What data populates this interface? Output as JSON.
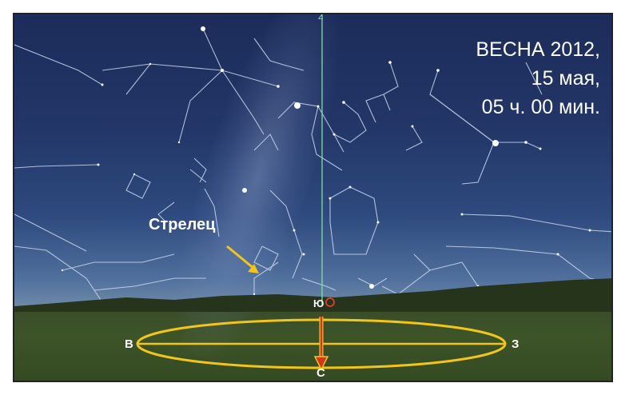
{
  "title": {
    "line1": "ВЕСНА 2012,",
    "line2": "15 мая,",
    "line3": "05 ч. 00 мин."
  },
  "constellation_label": "Стрелец",
  "directions": {
    "south": "Ю",
    "east": "В",
    "west": "З",
    "north": "С",
    "zenith": "Z"
  },
  "colors": {
    "sky_top": "#1c2c5a",
    "horizon_ring": "#f3c51a",
    "meridian": "#7fe0a0",
    "north_arrow": "#d8341c",
    "lines": "#c9d6ef"
  }
}
